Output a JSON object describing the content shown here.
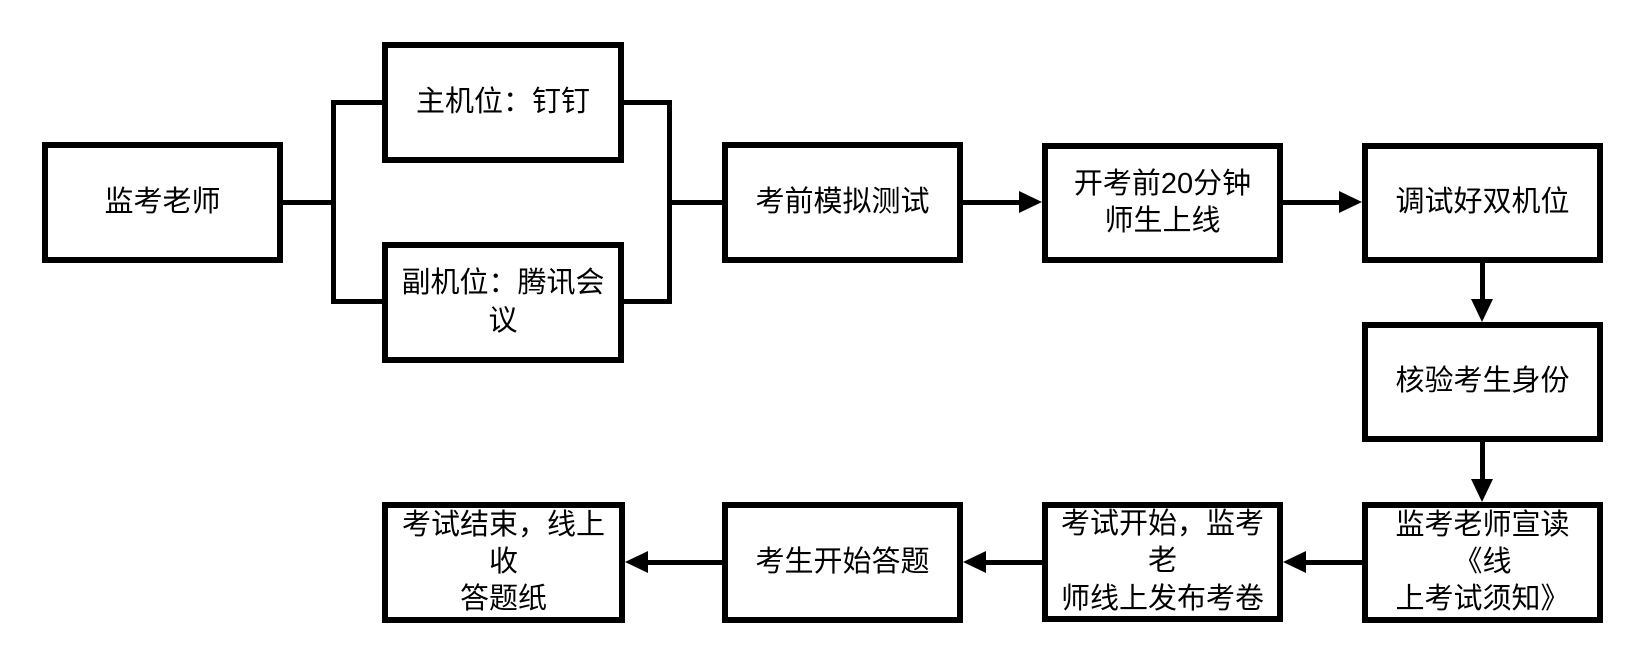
{
  "diagram": {
    "type": "flowchart",
    "background_color": "#ffffff",
    "line_color": "#000000",
    "box_fill_color": "#ffffff",
    "nodes": [
      {
        "id": "proctor",
        "label": "监考老师"
      },
      {
        "id": "main-camera",
        "label": "主机位：钉钉"
      },
      {
        "id": "sub-camera",
        "label": "副机位：腾讯会议"
      },
      {
        "id": "mock-test",
        "label": "考前模拟测试"
      },
      {
        "id": "online-20min",
        "label": "开考前20分钟\n师生上线"
      },
      {
        "id": "debug-dual-cam",
        "label": "调试好双机位"
      },
      {
        "id": "verify-identity",
        "label": "核验考生身份"
      },
      {
        "id": "read-notice",
        "label": "监考老师宣读《线\n上考试须知》"
      },
      {
        "id": "exam-start",
        "label": "考试开始，监考老\n师线上发布考卷"
      },
      {
        "id": "start-answering",
        "label": "考生开始答题"
      },
      {
        "id": "exam-end",
        "label": "考试结束，线上收\n答题纸"
      }
    ],
    "edges": [
      {
        "from": "proctor",
        "to": "main-camera",
        "style": "line-bracket"
      },
      {
        "from": "proctor",
        "to": "sub-camera",
        "style": "line-bracket"
      },
      {
        "from": "main-camera",
        "to": "mock-test",
        "style": "line-bracket"
      },
      {
        "from": "sub-camera",
        "to": "mock-test",
        "style": "line-bracket"
      },
      {
        "from": "mock-test",
        "to": "online-20min",
        "style": "arrow-right"
      },
      {
        "from": "online-20min",
        "to": "debug-dual-cam",
        "style": "arrow-right"
      },
      {
        "from": "debug-dual-cam",
        "to": "verify-identity",
        "style": "arrow-down"
      },
      {
        "from": "verify-identity",
        "to": "read-notice",
        "style": "arrow-down"
      },
      {
        "from": "read-notice",
        "to": "exam-start",
        "style": "arrow-left"
      },
      {
        "from": "exam-start",
        "to": "start-answering",
        "style": "arrow-left"
      },
      {
        "from": "start-answering",
        "to": "exam-end",
        "style": "arrow-left"
      }
    ]
  }
}
